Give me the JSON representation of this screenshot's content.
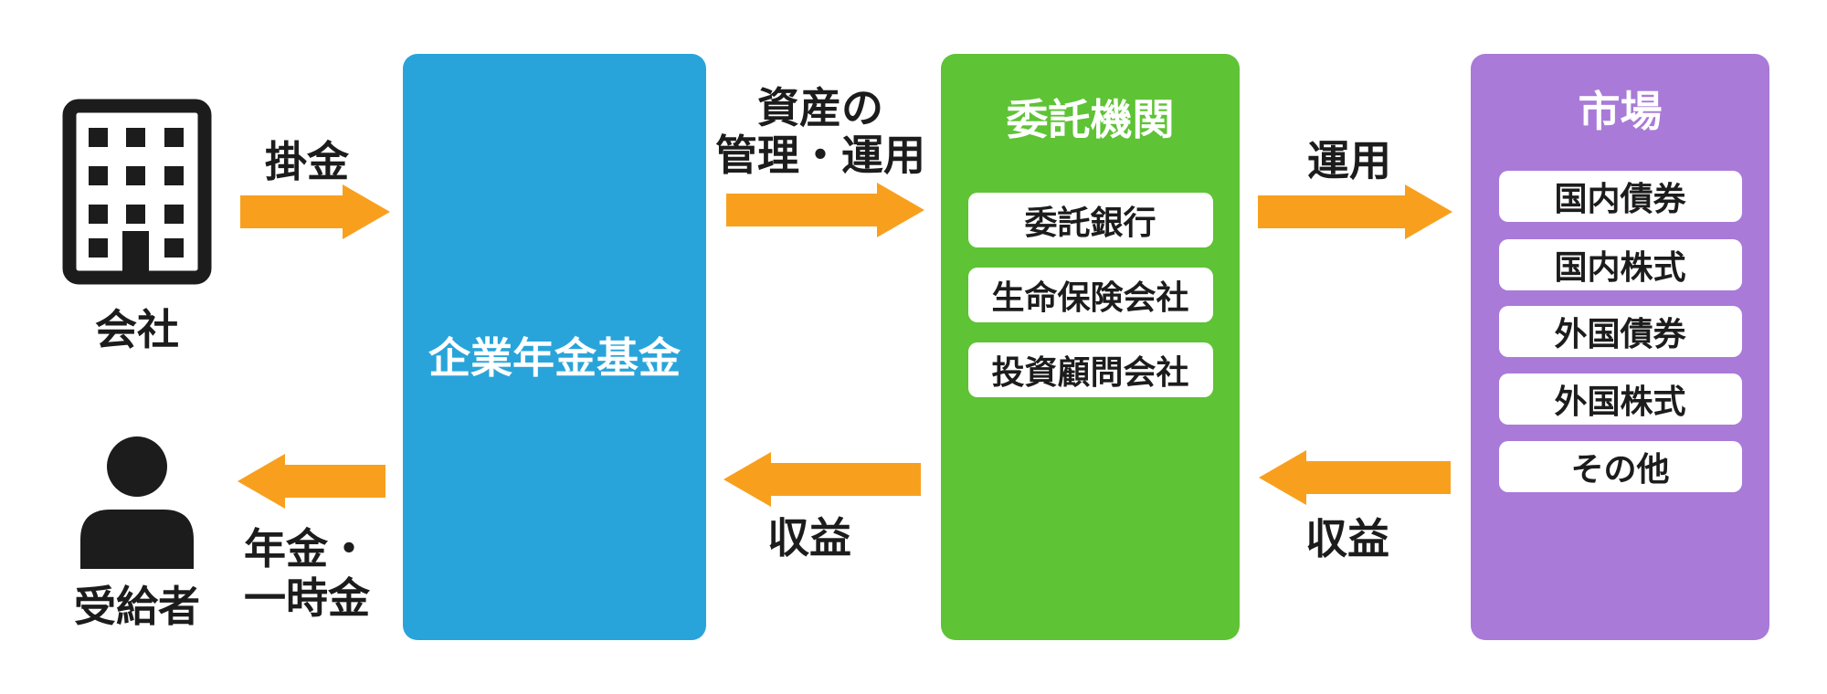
{
  "diagram": {
    "actors": {
      "company": {
        "label": "会社",
        "icon": "building-icon"
      },
      "beneficiary": {
        "label": "受給者",
        "icon": "person-icon"
      }
    },
    "nodes": {
      "fund": {
        "title": "企業年金基金"
      },
      "trustees": {
        "title": "委託機関",
        "items": [
          "委託銀行",
          "生命保険会社",
          "投資顧問会社"
        ]
      },
      "market": {
        "title": "市場",
        "items": [
          "国内債券",
          "国内株式",
          "外国債券",
          "外国株式",
          "その他"
        ]
      }
    },
    "flows": {
      "contribution": {
        "label": "掛金",
        "direction": "right"
      },
      "management": {
        "lines": [
          "資産の",
          "管理・運用"
        ],
        "direction": "right"
      },
      "investment": {
        "label": "運用",
        "direction": "right"
      },
      "pension": {
        "lines": [
          "年金・",
          "一時金"
        ],
        "direction": "left"
      },
      "returns_mid": {
        "label": "収益",
        "direction": "left"
      },
      "returns_right": {
        "label": "収益",
        "direction": "left"
      }
    }
  },
  "colors": {
    "fund_blue": "#29a4da",
    "trustees_green": "#5ec335",
    "market_purple": "#a97ad8",
    "arrow_orange": "#f8a01e",
    "ink": "#1c1c1c",
    "background": "#ffffff"
  }
}
